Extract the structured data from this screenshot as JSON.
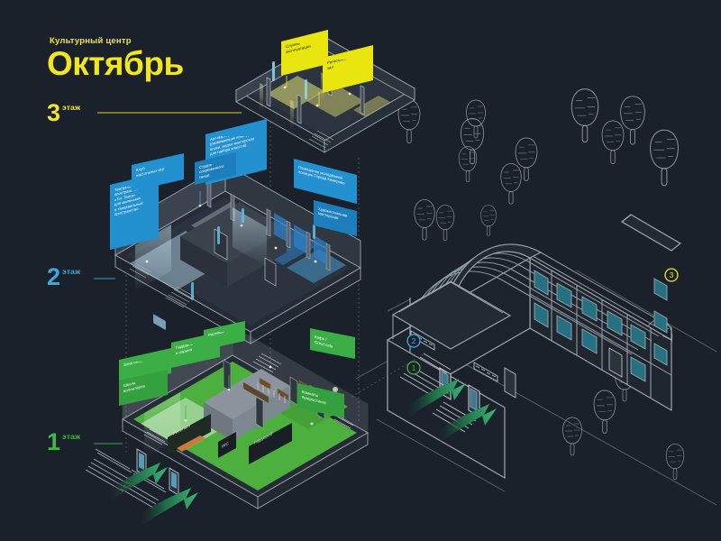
{
  "brand": {
    "subtitle": "Культурный центр",
    "title": "Октябрь",
    "color": "#f2e61e"
  },
  "background_color": "#1b212b",
  "floors": [
    {
      "number": "3",
      "word": "этаж",
      "color": "#f2e61e",
      "accent_name": "yellow",
      "callouts": [
        {
          "text": "Служба\nэксплуатации"
        },
        {
          "text": "Регистрационный\nзал"
        }
      ]
    },
    {
      "number": "2",
      "word": "этаж",
      "color": "#3aa9e0",
      "accent_name": "blue",
      "callouts": [
        {
          "text": "Клуб\nнастольных игр"
        },
        {
          "text": "Театральное\nпространство\n«Тот Театр»\nдля маленьких\nи танцевальный\nпространство"
        },
        {
          "text": "Студия\nсовременного танца"
        },
        {
          "text": "Арт-мастерская\n(развивающие конструкторы,\nблоки, видео-мастерская\nдля набора классов)"
        },
        {
          "text": "Помещение молодёжной\nполиции Города Кемерово"
        },
        {
          "text": "Художественная\nмастерская"
        }
      ]
    },
    {
      "number": "1",
      "word": "этаж",
      "color": "#3fb54a",
      "accent_name": "green",
      "callouts": [
        {
          "text": "Зона ожидания"
        },
        {
          "text": "Школа\nволонтёров"
        },
        {
          "text": "Гардероб\nи охрана"
        },
        {
          "text": "Ресепшн"
        },
        {
          "text": "Кафе /\nGrind cafe"
        },
        {
          "text": "Комнаты\nбуккроссинга"
        }
      ],
      "interior_signs": [
        {
          "text": "Ресепшн"
        },
        {
          "text": "WC"
        },
        {
          "text": "Гардероб"
        }
      ]
    }
  ],
  "building": {
    "name": "Культурный центр Октябрь",
    "roof_type": "barrel-vault",
    "window_color": "#2b6f80",
    "outline_color": "#9aa5ad",
    "markers": [
      {
        "label": "1",
        "color": "#3fb54a"
      },
      {
        "label": "2",
        "color": "#3aa9e0"
      },
      {
        "label": "3",
        "color": "#f2e61e"
      }
    ],
    "entry_arrows": 2,
    "arrow_color": "#2e9e63"
  },
  "scenery": {
    "tree_count": 16,
    "tree_outline_color": "#8d969d",
    "ground_line_color": "#6f7880"
  }
}
